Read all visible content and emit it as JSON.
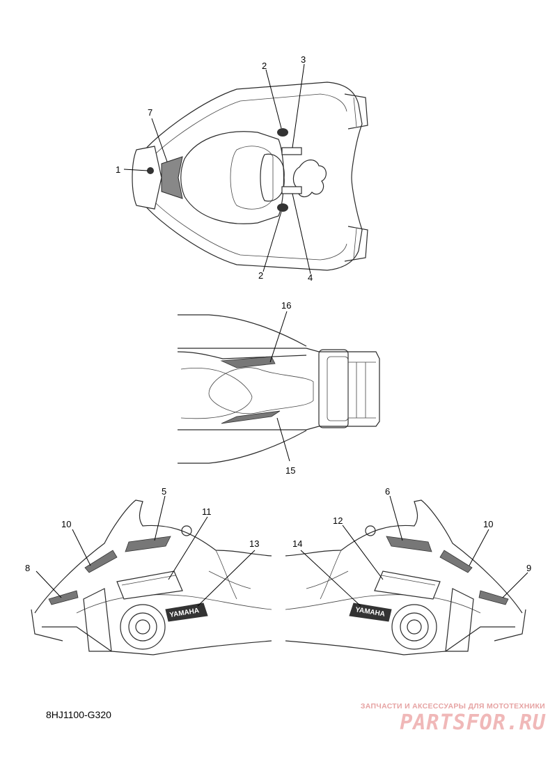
{
  "diagram_code": "8HJ1100-G320",
  "watermark": {
    "tagline": "ЗАПЧАСТИ И АКСЕССУАРЫ ДЛЯ МОТОТЕХНИКИ",
    "site": "PARTSFOR.RU"
  },
  "brand_decal_text": "YAMAHA",
  "callouts": {
    "c1": "1",
    "c2a": "2",
    "c2b": "2",
    "c3": "3",
    "c4": "4",
    "c5": "5",
    "c6": "6",
    "c7": "7",
    "c8": "8",
    "c9": "9",
    "c10a": "10",
    "c10b": "10",
    "c11": "11",
    "c12": "12",
    "c13": "13",
    "c14": "14",
    "c15": "15",
    "c16": "16"
  }
}
